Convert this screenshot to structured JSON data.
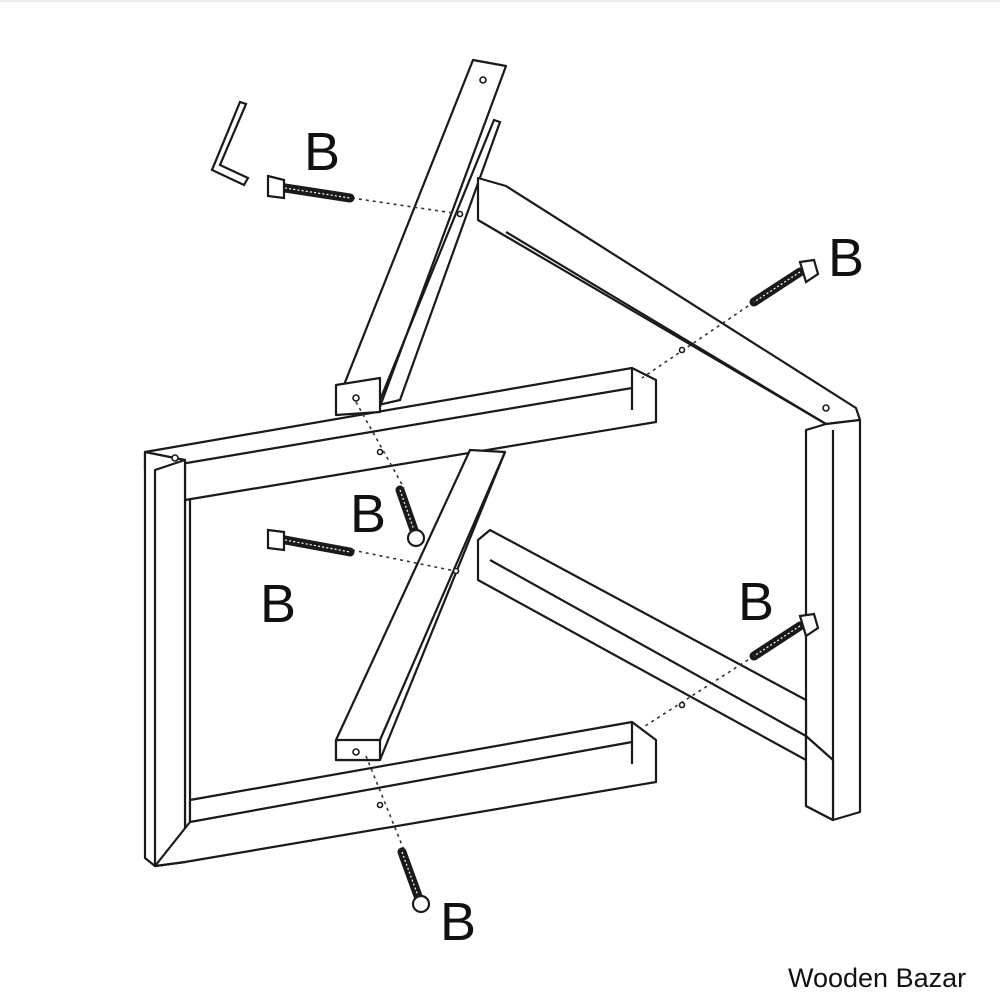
{
  "part_labels": {
    "top_left": "B",
    "right_upper": "B",
    "center_vertical": "B",
    "left_middle": "B",
    "right_lower": "B",
    "bottom": "B"
  },
  "watermark": "Wooden Bazar",
  "colors": {
    "line": "#1a1a1a",
    "background": "#ffffff"
  },
  "icons": {
    "tool": "allen-key-icon",
    "fastener": "screw-icon"
  }
}
